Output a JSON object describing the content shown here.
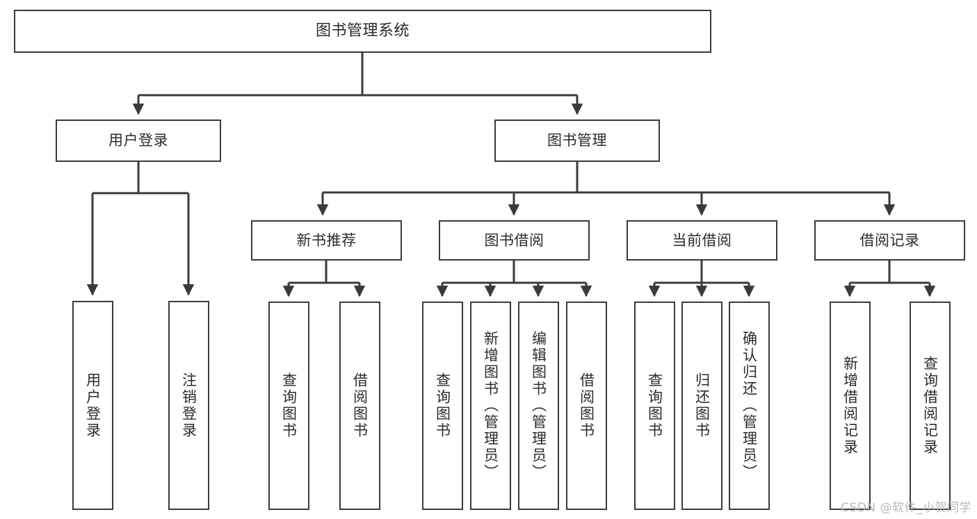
{
  "diagram": {
    "type": "tree",
    "title": "图书管理系统",
    "orientation": "top-down",
    "colors": {
      "box_border": "#3a3a3a",
      "box_fill": "#ffffff",
      "edge": "#3a3a3a",
      "text": "#2b2b2b",
      "watermark": "#b9b9b9"
    },
    "levels": {
      "root": {
        "label": "图书管理系统"
      },
      "level2": [
        {
          "label": "用户登录"
        },
        {
          "label": "图书管理"
        }
      ],
      "level3": [
        {
          "label": "新书推荐"
        },
        {
          "label": "图书借阅"
        },
        {
          "label": "当前借阅"
        },
        {
          "label": "借阅记录"
        }
      ],
      "leaves": [
        {
          "label": "用户登录",
          "parent": "用户登录"
        },
        {
          "label": "注销登录",
          "parent": "用户登录"
        },
        {
          "label": "查询图书",
          "parent": "新书推荐"
        },
        {
          "label": "借阅图书",
          "parent": "新书推荐"
        },
        {
          "label": "查询图书",
          "parent": "图书借阅"
        },
        {
          "label": "新增图书（管理员）",
          "parent": "图书借阅"
        },
        {
          "label": "编辑图书（管理员）",
          "parent": "图书借阅"
        },
        {
          "label": "借阅图书",
          "parent": "图书借阅"
        },
        {
          "label": "查询图书",
          "parent": "当前借阅"
        },
        {
          "label": "归还图书",
          "parent": "当前借阅"
        },
        {
          "label": "确认归还（管理员）",
          "parent": "当前借阅"
        },
        {
          "label": "新增借阅记录",
          "parent": "借阅记录"
        },
        {
          "label": "查询借阅记录",
          "parent": "借阅记录"
        }
      ]
    }
  },
  "watermark": {
    "text": "CSDN @软件_小贺同学"
  }
}
